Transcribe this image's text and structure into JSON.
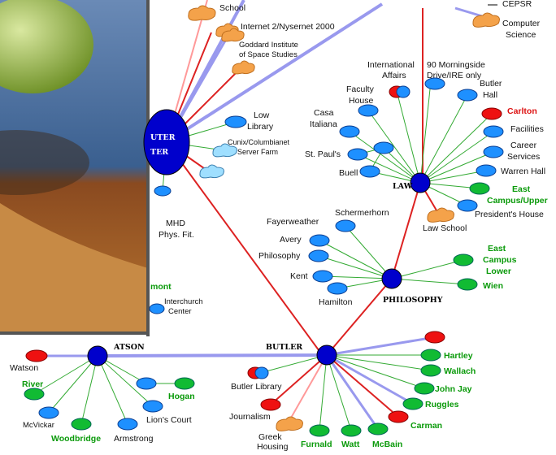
{
  "hubs": {
    "computer_center": "UTER\nTER",
    "law": "LAW",
    "philosophy": "PHILOSOPHY",
    "butler": "BUTLER",
    "watson_hub": "ATSON"
  },
  "labels": {
    "school_top": "School",
    "internet2": "Internet 2/Nysernet 2000",
    "goddard": "Goddard Institute\nof Space Studies",
    "low_library": "Low\nLibrary",
    "cunix": "Cunix/Columbianet\nServer Farm",
    "mhd": "MHD\nPhys. Fit.",
    "cepsr": "CEPSR",
    "computer_science": "Computer\nScience",
    "international_affairs": "International\nAffairs",
    "morningside": "90 Morningside\nDrive/IRE only",
    "butler_hall": "Butler\nHall",
    "faculty_house": "Faculty\nHouse",
    "casa_italiana": "Casa\nItaliana",
    "st_pauls": "St. Paul's",
    "buell": "Buell",
    "carlton": "Carlton",
    "facilities": "Facilities",
    "career_services": "Career\nServices",
    "warren_hall": "Warren Hall",
    "east_campus_upper": "East\nCampus/Upper",
    "presidents_house": "President's House",
    "law_school": "Law School",
    "schermerhorn": "Schermerhorn",
    "fayerweather": "Fayerweather",
    "avery": "Avery",
    "philosophy": "Philosophy",
    "kent": "Kent",
    "hamilton": "Hamilton",
    "east_campus_lower": "East\nCampus\nLower",
    "wien": "Wien",
    "interchurch": "Interchurch\nCenter",
    "mont": "mont",
    "hartley": "Hartley",
    "wallach": "Wallach",
    "john_jay": "John Jay",
    "ruggles": "Ruggles",
    "carman": "Carman",
    "butler_library": "Butler Library",
    "journalism": "Journalism",
    "greek_housing": "Greek\nHousing",
    "furnald": "Furnald",
    "watt": "Watt",
    "mcbain": "McBain",
    "watson": "Watson",
    "river": "River",
    "hogan": "Hogan",
    "mcvickar": "McVickar",
    "lions_court": "Lion's Court",
    "woodbridge": "Woodbridge",
    "armstrong": "Armstrong"
  },
  "colors": {
    "hub_fill": "#0000cc",
    "node_blue": "#1e90ff",
    "node_red": "#ee1111",
    "node_green": "#11bb33",
    "node_orange": "#f4a24a",
    "node_cyan": "#9fdfff",
    "link_red": "#dd2222",
    "link_blue": "#9999ee",
    "link_green": "#33aa33",
    "link_pink": "#ff9999",
    "green_text": "#0a9a0a"
  }
}
